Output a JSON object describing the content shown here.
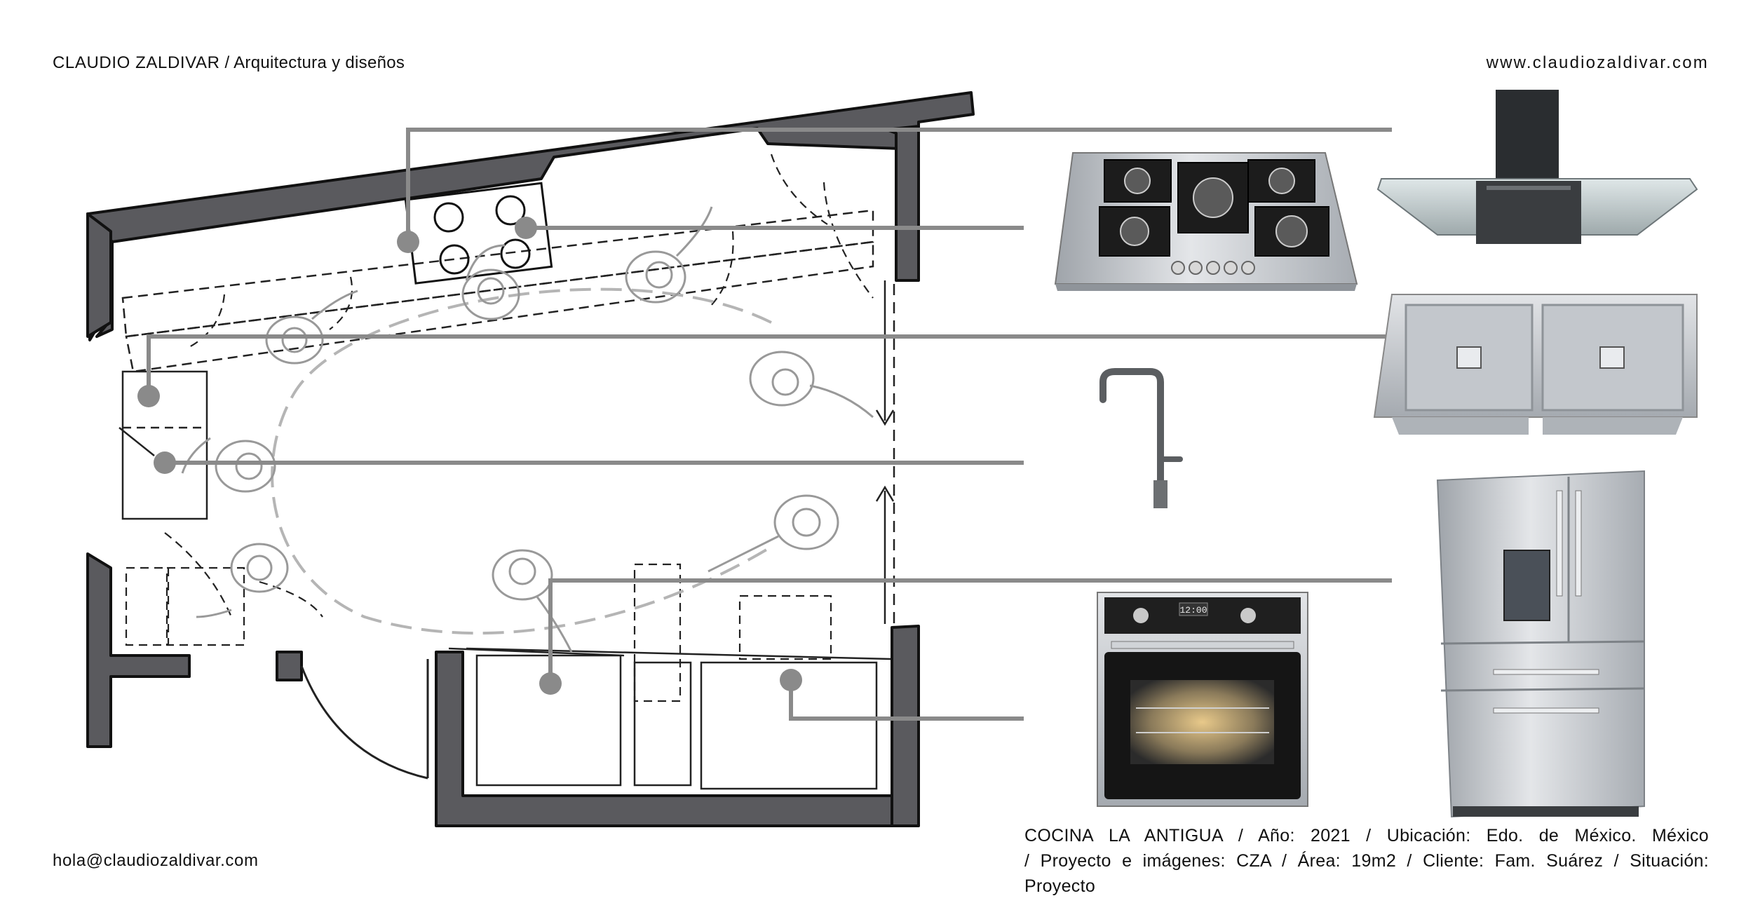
{
  "header": {
    "studio_name": "CLAUDIO ZALDIVAR",
    "studio_tagline": " / Arquitectura y diseños",
    "website": "www.claudiozaldivar.com"
  },
  "footer": {
    "email": "hola@claudiozaldivar.com",
    "caption_line1": "COCINA LA ANTIGUA / Año: 2021 / Ubicación: Edo. de México. México",
    "caption_line2": "/ Proyecto e imágenes: CZA / Área: 19m2 / Cliente: Fam. Suárez / Situación: Proyecto"
  },
  "colors": {
    "wall_fill": "#5a5a5e",
    "leader_line": "#8a8a8a",
    "sketch_line": "#222222",
    "steel": "#c9ccd0"
  },
  "products": [
    {
      "name": "range-hood",
      "icon": "range-hood-icon"
    },
    {
      "name": "gas-cooktop",
      "icon": "gas-cooktop-icon"
    },
    {
      "name": "double-sink",
      "icon": "double-sink-icon"
    },
    {
      "name": "faucet",
      "icon": "faucet-icon"
    },
    {
      "name": "refrigerator",
      "icon": "refrigerator-icon"
    },
    {
      "name": "wall-oven",
      "icon": "wall-oven-icon",
      "display": "12:00"
    }
  ]
}
